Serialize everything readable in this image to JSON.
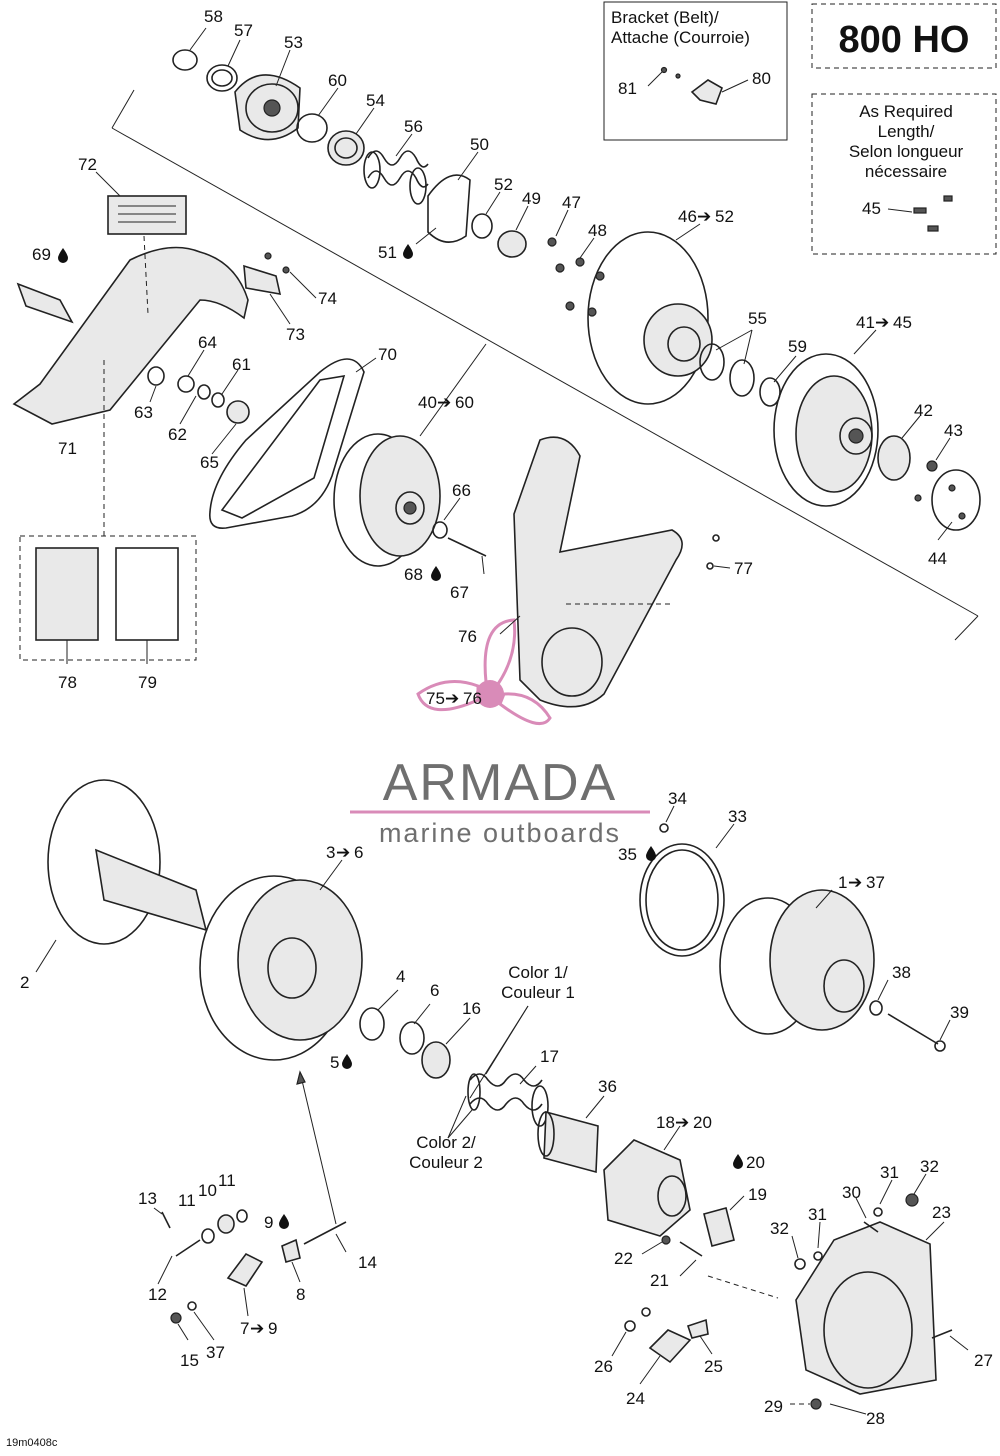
{
  "header": {
    "model_title": "800 HO",
    "bracket_box": {
      "line1": "Bracket (Belt)/",
      "line2": "Attache (Courroie)"
    },
    "as_required_box": {
      "line1": "As Required",
      "line2": "Length/",
      "line3": "Selon longueur",
      "line4": "nécessaire"
    }
  },
  "watermark": {
    "brand": "ARMADA",
    "tagline": "marine outboards",
    "accent_color": "#d98bb8"
  },
  "annotations": {
    "color1": {
      "line1": "Color 1/",
      "line2": "Couleur 1"
    },
    "color2": {
      "line1": "Color 2/",
      "line2": "Couleur 2"
    }
  },
  "reference_code": "19m0408c",
  "icons": [
    "oil-drop-icon",
    "arrow-right-icon",
    "propeller-logo-icon"
  ],
  "part_labels": {
    "p58": "58",
    "p57": "57",
    "p53": "53",
    "p60": "60",
    "p54": "54",
    "p56": "56",
    "p50": "50",
    "p52": "52",
    "p49": "49",
    "p47": "47",
    "p48": "48",
    "p51": "51",
    "p72": "72",
    "p69": "69",
    "p74": "74",
    "p73": "73",
    "p71": "71",
    "p64": "64",
    "p61": "61",
    "p63": "63",
    "p62": "62",
    "p65": "65",
    "p70": "70",
    "p40_60": "40",
    "p40_60_to": "60",
    "p46_52": "46",
    "p46_52_to": "52",
    "p55": "55",
    "p59": "59",
    "p41_45": "41",
    "p41_45_to": "45",
    "p42": "42",
    "p43": "43",
    "p44": "44",
    "p45": "45",
    "p81": "81",
    "p80": "80",
    "p66": "66",
    "p68": "68",
    "p67": "67",
    "p77": "77",
    "p76": "76",
    "p75_76": "75",
    "p75_76_to": "76",
    "p78": "78",
    "p79": "79",
    "p34": "34",
    "p33": "33",
    "p35": "35",
    "p2": "2",
    "p3_6": "3",
    "p3_6_to": "6",
    "p1_37": "1",
    "p1_37_to": "37",
    "p38": "38",
    "p39": "39",
    "p4": "4",
    "p6": "6",
    "p16": "16",
    "p5": "5",
    "p17": "17",
    "p36": "36",
    "p18_20": "18",
    "p18_20_to": "20",
    "p20": "20",
    "p19": "19",
    "p13": "13",
    "p11a": "11",
    "p10": "10",
    "p11b": "11",
    "p9": "9",
    "p14": "14",
    "p12": "12",
    "p8": "8",
    "p7_9": "7",
    "p7_9_to": "9",
    "p15": "15",
    "p37": "37",
    "p22": "22",
    "p21": "21",
    "p31a": "31",
    "p32a": "32",
    "p30": "30",
    "p23": "23",
    "p32b": "32",
    "p31b": "31",
    "p26": "26",
    "p25": "25",
    "p24": "24",
    "p27": "27",
    "p29": "29",
    "p28": "28"
  }
}
